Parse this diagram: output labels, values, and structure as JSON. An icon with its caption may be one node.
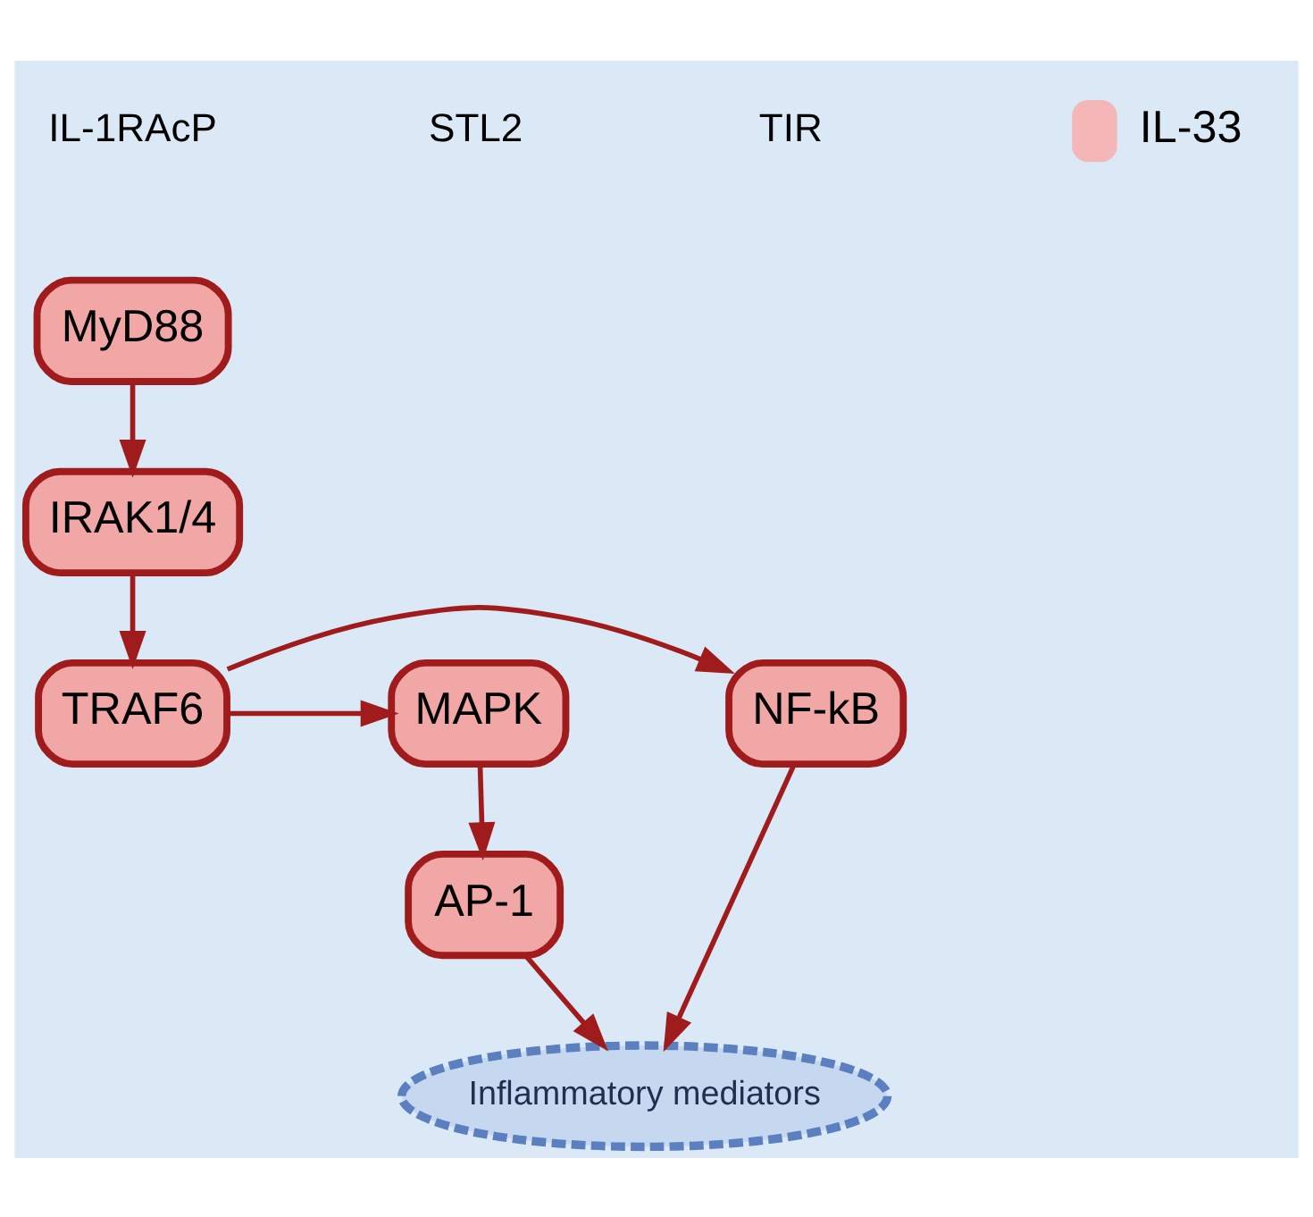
{
  "diagram": {
    "nodes": [
      {
        "text": [
          "MyD88"
        ]
      },
      {
        "text": [
          "IRAK1/4"
        ]
      },
      {
        "text": [
          "TRAF6"
        ]
      },
      {
        "text": [
          "NF-kB"
        ]
      },
      {
        "text": [
          "MAPK"
        ]
      },
      {
        "text": [
          "AP-1"
        ]
      },
      {
        "text": [
          "Inflammatory mediators"
        ]
      }
    ],
    "edges": [
      {
        "from": 0,
        "to": 1,
        "arrow": "to"
      },
      {
        "from": 1,
        "to": 2,
        "arrow": "to"
      },
      {
        "from": 2,
        "to": 3,
        "arrow": "to"
      },
      {
        "from": 2,
        "to": 4,
        "arrow": "to"
      },
      {
        "from": 4,
        "to": 5,
        "arrow": "to"
      },
      {
        "from": 3,
        "to": 6,
        "arrow": "to"
      },
      {
        "from": 5,
        "to": 6,
        "arrow": "to"
      }
    ],
    "labels": [
      "STL2",
      "IL-1RAcP",
      "TIR"
    ],
    "legend": [
      {
        "text": "IL-33",
        "color": "#f4b6b6"
      }
    ]
  }
}
